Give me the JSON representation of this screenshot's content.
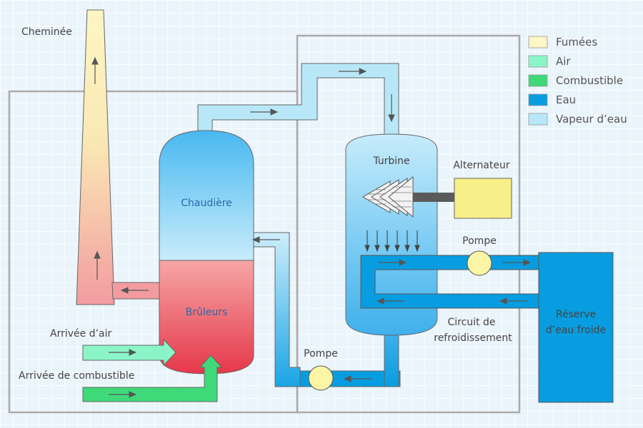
{
  "labels": {
    "chimney": "Cheminée",
    "boiler": "Chaudière",
    "burners": "Brûleurs",
    "air_inlet": "Arrivée d’air",
    "fuel_inlet": "Arrivée de combustible",
    "turbine": "Turbine",
    "alternator": "Alternateur",
    "pump_top": "Pompe",
    "pump_bottom": "Pompe",
    "cooling_circuit_line1": "Circuit de",
    "cooling_circuit_line2": "refroidissement",
    "reservoir_line1": "Réserve",
    "reservoir_line2": "d’eau froide"
  },
  "legend": [
    {
      "label": "Fumées",
      "color": "#fcf6c4"
    },
    {
      "label": "Air",
      "color": "#8cf5c8"
    },
    {
      "label": "Combustible",
      "color": "#3fd97a"
    },
    {
      "label": "Eau",
      "color": "#089de0"
    },
    {
      "label": "Vapeur d’eau",
      "color": "#b8e8f8"
    }
  ],
  "colors": {
    "steam": "#b8e8f8",
    "water": "#089de0",
    "air": "#8cf5c8",
    "fuel": "#3fd97a",
    "smoke_top": "#fcf6c4",
    "smoke_bottom": "#f29ca0",
    "burner": "#e5414f",
    "boiler_top": "#48b8f0",
    "pump": "#fcf5a6",
    "alternator": "#f8f088",
    "frame": "#aaaaaa"
  }
}
